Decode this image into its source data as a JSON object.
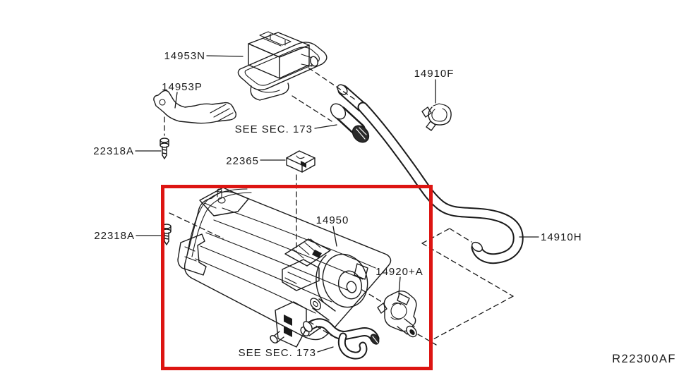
{
  "diagram": {
    "ref_code": "R22300AF",
    "colors": {
      "highlight_box": "#dd1512",
      "line": "#1a1a1a",
      "background": "#ffffff"
    },
    "callouts": {
      "vent_valve": "14953N",
      "bracket": "14953P",
      "screw_upper": "22318A",
      "screw_lower": "22318A",
      "clip_small": "22365",
      "see_sec_top": "SEE SEC. 173",
      "hose_clip": "14910F",
      "canister": "14950",
      "purge_valve": "14920+A",
      "hose": "14910H",
      "see_sec_bottom": "SEE SEC. 173"
    }
  }
}
